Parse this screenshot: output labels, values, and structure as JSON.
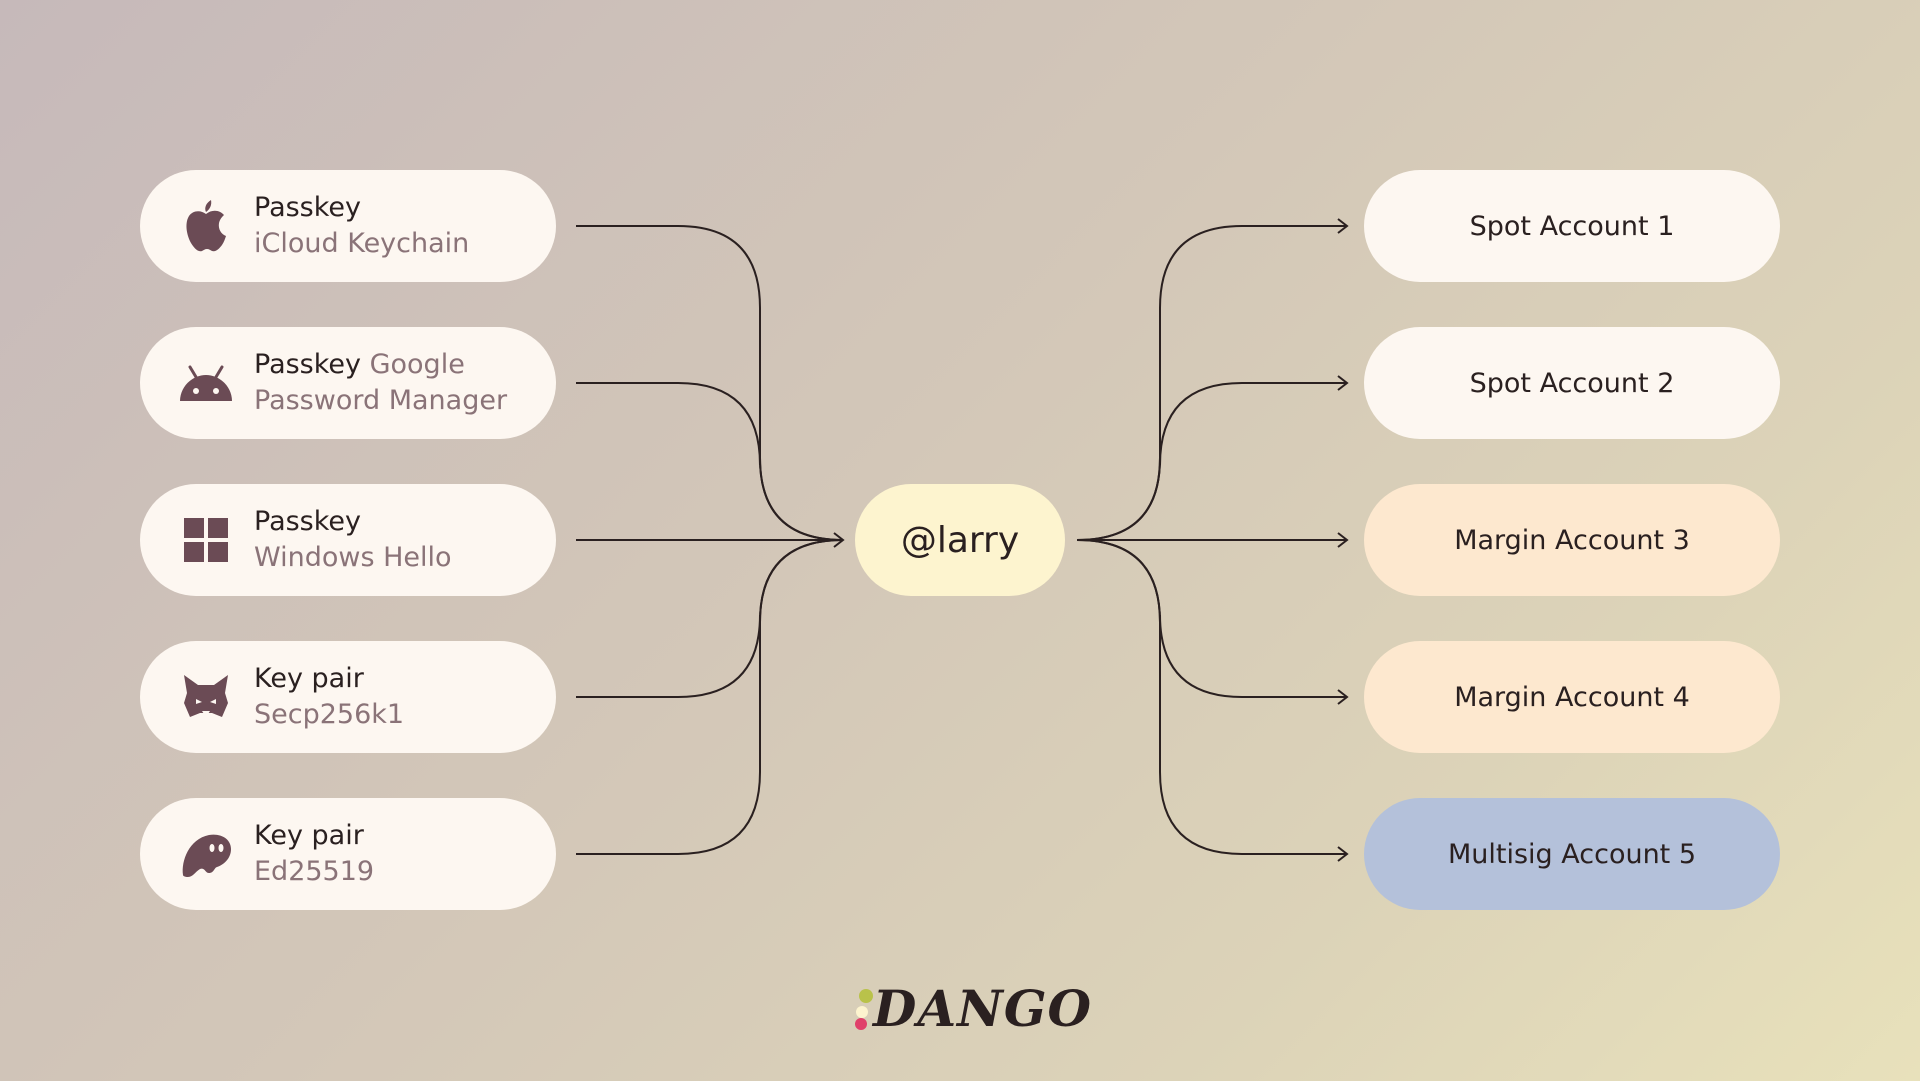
{
  "colors": {
    "text_primary": "#2a2020",
    "text_secondary": "#8a7378",
    "icon": "#6b4b55",
    "line": "#2a2020",
    "left_pill_bg": "#fdf7f1",
    "center_pill_bg": "#fdf4cf",
    "spot_bg": "#fdf7f1",
    "margin_bg": "#fde8cf",
    "multisig_bg": "#b4c1da",
    "logo_dot_green": "#b9c24a",
    "logo_dot_pink": "#e0406a"
  },
  "credentials": [
    {
      "icon": "apple-icon",
      "line1": "Passkey",
      "line1_secondary": "",
      "line2": "iCloud Keychain"
    },
    {
      "icon": "android-icon",
      "line1": "Passkey",
      "line1_secondary": " Google",
      "line2": "Password Manager"
    },
    {
      "icon": "windows-icon",
      "line1": "Passkey",
      "line1_secondary": "",
      "line2": "Windows Hello"
    },
    {
      "icon": "fox-icon",
      "line1": "Key pair",
      "line1_secondary": "",
      "line2": "Secp256k1"
    },
    {
      "icon": "ghost-icon",
      "line1": "Key pair",
      "line1_secondary": "",
      "line2": "Ed25519"
    }
  ],
  "username": "@larry",
  "accounts": [
    {
      "label": "Spot Account 1",
      "kind": "spot"
    },
    {
      "label": "Spot Account 2",
      "kind": "spot"
    },
    {
      "label": "Margin Account 3",
      "kind": "margin"
    },
    {
      "label": "Margin Account 4",
      "kind": "margin"
    },
    {
      "label": "Multisig Account 5",
      "kind": "multisig"
    }
  ],
  "logo": {
    "text": "DANGO"
  }
}
